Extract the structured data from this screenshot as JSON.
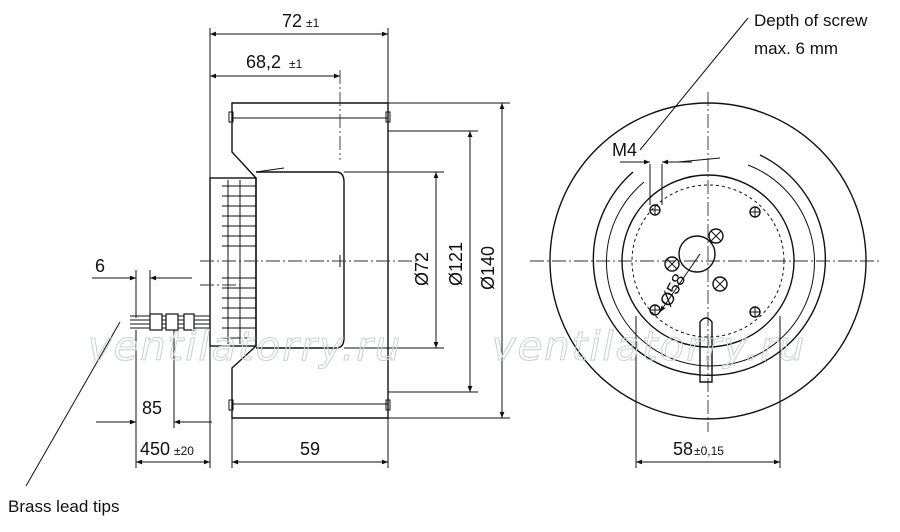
{
  "dimensions": {
    "overall_depth": "72",
    "overall_depth_tol": "±1",
    "housing_depth": "68,2",
    "housing_depth_tol": "±1",
    "lead_offset": "6",
    "strip_length": "85",
    "lead_length": "450",
    "lead_length_tol": "±20",
    "body_width": "59",
    "dia_inner": "Ø72",
    "dia_mid": "Ø121",
    "dia_outer": "Ø140",
    "thread": "M4",
    "pcd": "Ø58",
    "hole_spacing": "58",
    "hole_spacing_tol": "±0,15"
  },
  "notes": {
    "screw_depth_line1": "Depth of screw",
    "screw_depth_line2": "max. 6 mm",
    "brass_tips": "Brass lead tips"
  },
  "watermark": "ventilatorry.ru"
}
